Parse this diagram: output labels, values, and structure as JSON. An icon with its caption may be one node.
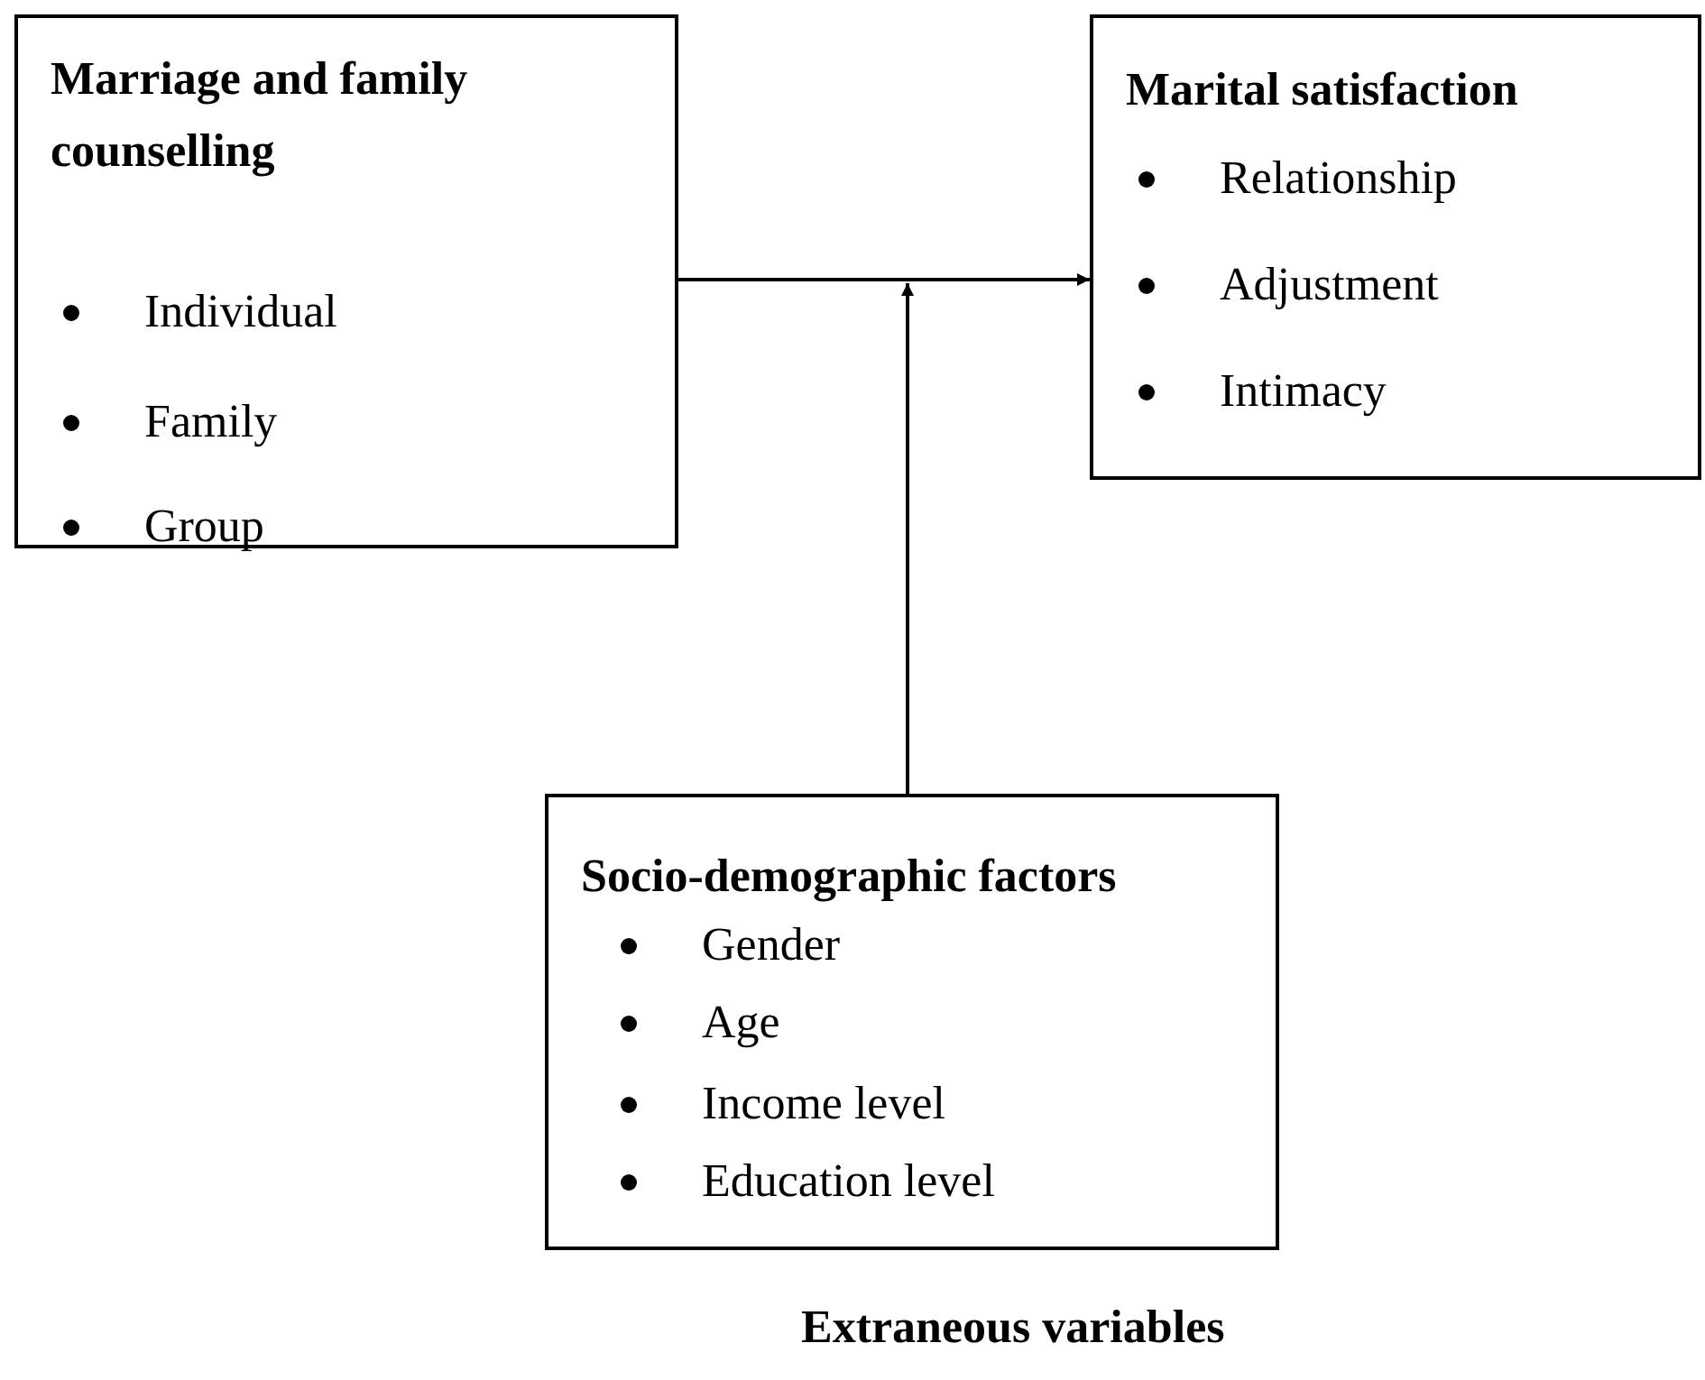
{
  "diagram": {
    "nodes": [
      {
        "text": [
          "Marriage and family counselling",
          "Individual",
          "Family",
          "Group"
        ]
      },
      {
        "text": [
          "Marital satisfaction",
          "Relationship",
          "Adjustment",
          "Intimacy"
        ]
      },
      {
        "text": [
          "Socio-demographic factors",
          "Gender",
          "Age",
          "Income level",
          "Education level"
        ],
        "beside": [
          "Extraneous variables"
        ]
      }
    ],
    "edges": [
      {
        "from": 0,
        "to": 1,
        "arrow": "to"
      },
      {
        "from": 2,
        "to": null,
        "arrow": "to"
      }
    ]
  }
}
